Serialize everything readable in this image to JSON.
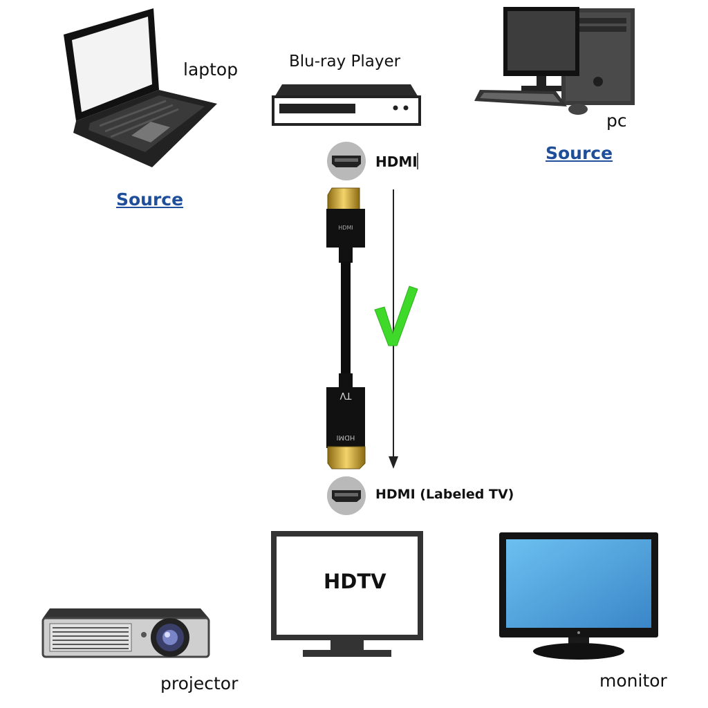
{
  "labels": {
    "laptop": "laptop",
    "bluray": "Blu-ray Player",
    "pc": "pc",
    "source_left": "Source",
    "source_right": "Source",
    "hdmi_top": "HDMI",
    "hdmi_bottom": "HDMI (Labeled TV)",
    "hdtv": "HDTV",
    "projector": "projector",
    "monitor": "monitor"
  },
  "cable": {
    "top_plug_text": "HDMI",
    "bottom_plug_text_1": "TV",
    "bottom_plug_text_2": "HDMI"
  },
  "colors": {
    "checkmark": "#3fd92a",
    "source_link": "#1f4e9a",
    "monitor_screen": "#4fa3de",
    "plug_gold": "#c9a227"
  }
}
